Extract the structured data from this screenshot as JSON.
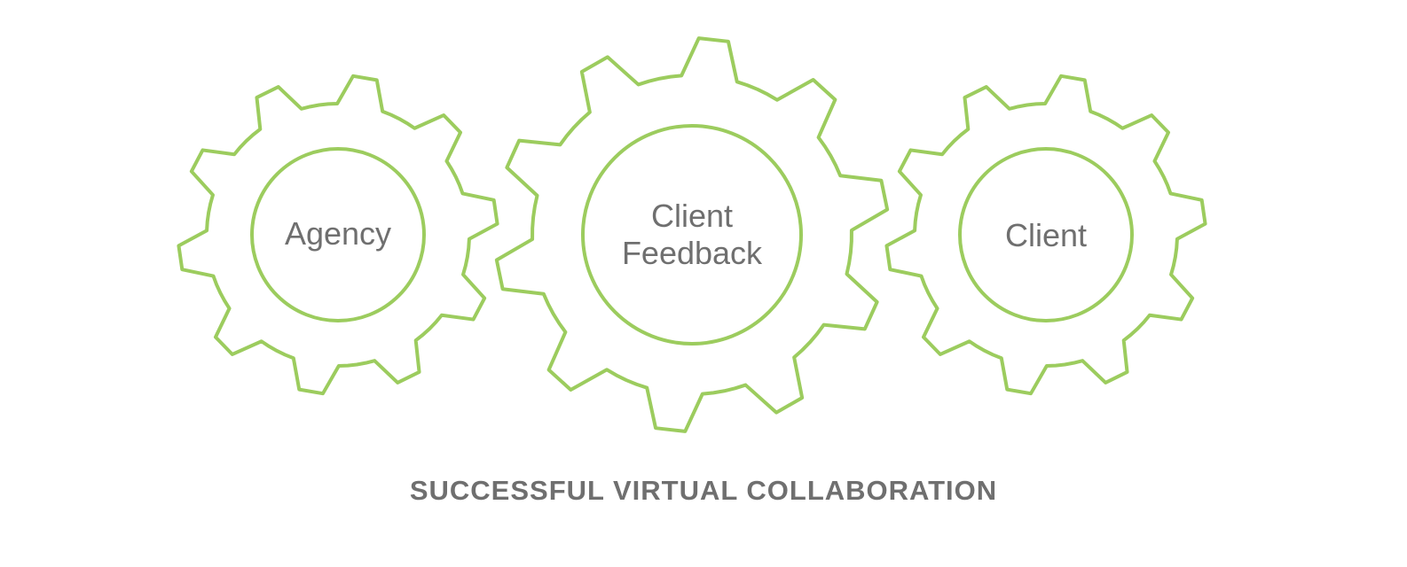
{
  "gears": [
    {
      "id": "agency",
      "label_lines": [
        "Agency"
      ]
    },
    {
      "id": "client-feedback",
      "label_lines": [
        "Client",
        "Feedback"
      ]
    },
    {
      "id": "client",
      "label_lines": [
        "Client"
      ]
    }
  ],
  "caption": "SUCCESSFUL VIRTUAL COLLABORATION",
  "colors": {
    "gear_stroke": "#9ccc5e",
    "text": "#6f6f6f",
    "background": "#ffffff"
  },
  "icons": [
    "gear-icon"
  ]
}
